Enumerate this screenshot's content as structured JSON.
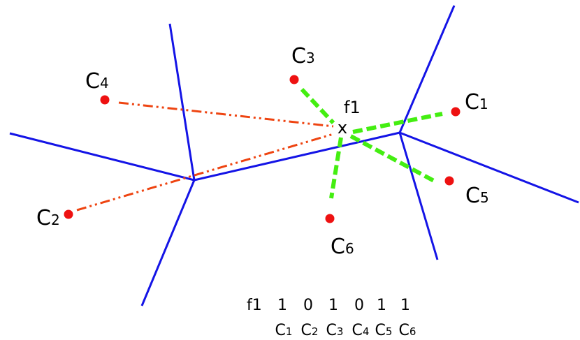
{
  "colors": {
    "voronoi_edge": "#1414e6",
    "site_point": "#ee1111",
    "far_link": "#ee4411",
    "near_link": "#44ee11",
    "text": "#000000"
  },
  "sites": [
    {
      "id": "c1",
      "letter": "C",
      "sub": "1"
    },
    {
      "id": "c2",
      "letter": "C",
      "sub": "2"
    },
    {
      "id": "c3",
      "letter": "C",
      "sub": "3"
    },
    {
      "id": "c4",
      "letter": "C",
      "sub": "4"
    },
    {
      "id": "c5",
      "letter": "C",
      "sub": "5"
    },
    {
      "id": "c6",
      "letter": "C",
      "sub": "6"
    }
  ],
  "feature": {
    "marker": "x",
    "label": "f1"
  },
  "code_row": {
    "label": "f1",
    "bits": [
      "1",
      "0",
      "1",
      "0",
      "1",
      "1"
    ],
    "columns": [
      {
        "letter": "C",
        "sub": "1"
      },
      {
        "letter": "C",
        "sub": "2"
      },
      {
        "letter": "C",
        "sub": "3"
      },
      {
        "letter": "C",
        "sub": "4"
      },
      {
        "letter": "C",
        "sub": "5"
      },
      {
        "letter": "C",
        "sub": "6"
      }
    ]
  }
}
